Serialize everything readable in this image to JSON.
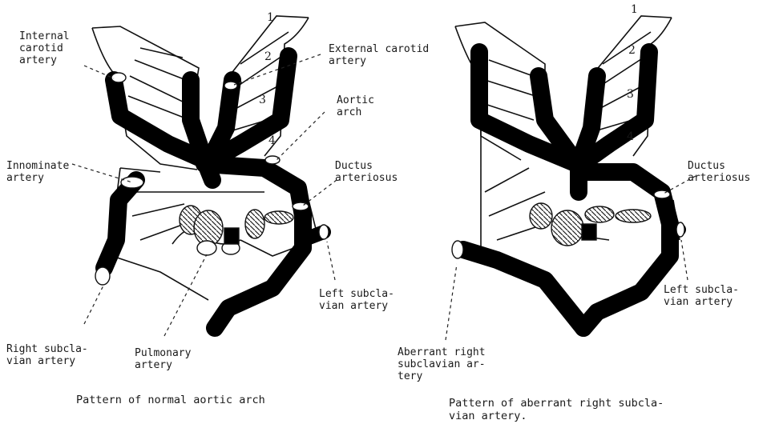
{
  "left_diagram": {
    "caption": "Pattern of normal aortic arch",
    "arch_numbers": [
      "1",
      "2",
      "3",
      "4"
    ],
    "labels": {
      "internal_carotid": "Internal\ncarotid\nartery",
      "external_carotid": "External carotid\nartery",
      "aortic_arch": "Aortic\narch",
      "innominate": "Innominate\nartery",
      "ductus": "Ductus\narteriosus",
      "left_subclavian": "Left subcla-\nvian artery",
      "right_subclavian": "Right subcla-\nvian artery",
      "pulmonary": "Pulmonary\nartery"
    }
  },
  "right_diagram": {
    "caption": "Pattern of aberrant right subcla-\nvian artery.",
    "arch_numbers": [
      "1",
      "2",
      "3",
      "4"
    ],
    "labels": {
      "ductus": "Ductus\narteriosus",
      "left_subclavian": "Left subcla-\nvian artery",
      "aberrant_right": "Aberrant right\nsubclavian ar-\ntery"
    }
  }
}
